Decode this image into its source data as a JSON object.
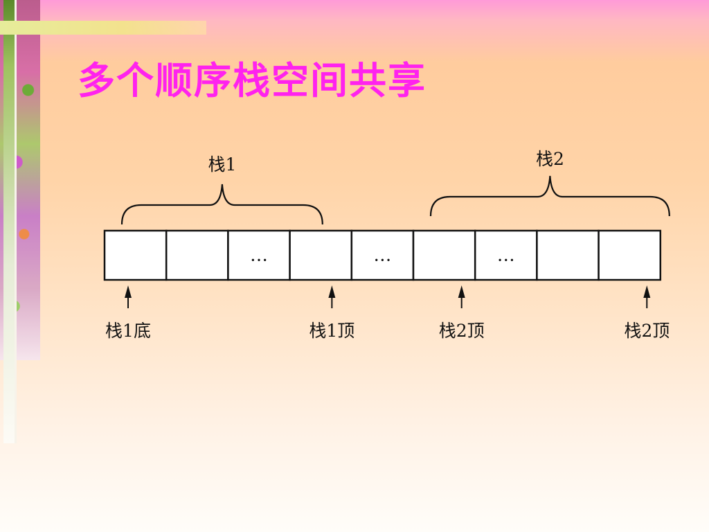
{
  "title": {
    "highlight": "多个",
    "rest": "顺序栈空间共享"
  },
  "diagram": {
    "cells": [
      "",
      "",
      "…",
      "",
      "…",
      "",
      "…",
      "",
      ""
    ],
    "braces": [
      {
        "label": "栈1",
        "from_cell": 0,
        "to_cell": 3
      },
      {
        "label": "栈2",
        "from_cell": 5,
        "to_cell": 8
      }
    ],
    "pointers": [
      {
        "label": "栈1底",
        "cell_edge": 0
      },
      {
        "label": "栈1顶",
        "cell_edge": 3.3
      },
      {
        "label": "栈2顶",
        "cell_edge": 5.4
      },
      {
        "label": "栈2顶",
        "cell_edge": 8.4
      }
    ]
  }
}
